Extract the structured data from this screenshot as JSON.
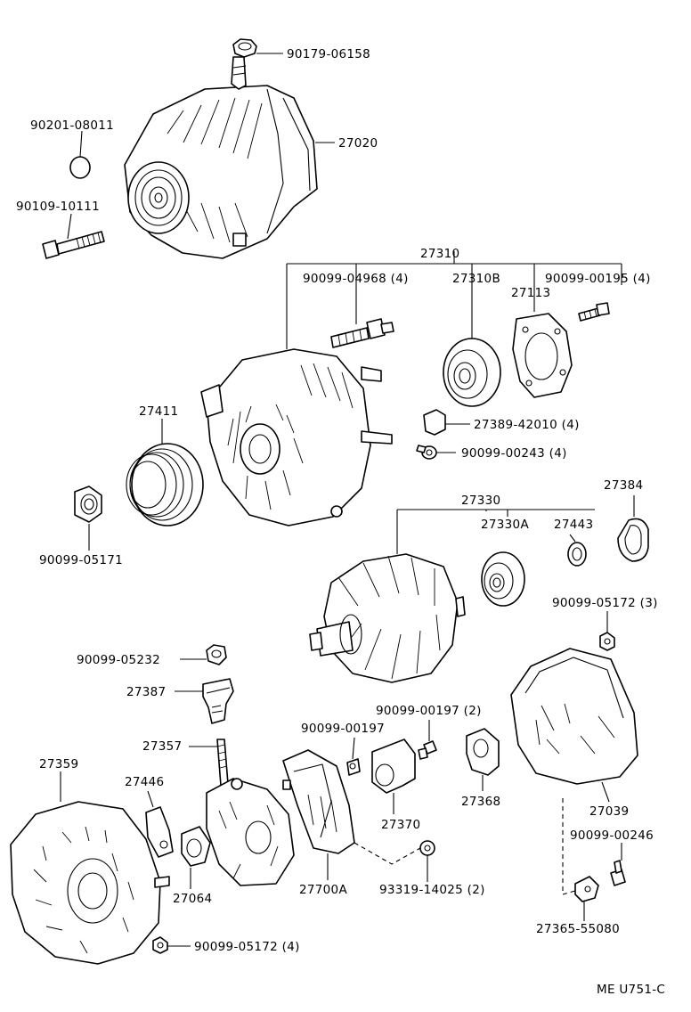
{
  "labels": {
    "p90179_06158": "90179-06158",
    "p90201_08011": "90201-08011",
    "p27020": "27020",
    "p90109_10111": "90109-10111",
    "p27310": "27310",
    "p90099_04968": "90099-04968 (4)",
    "p27310B": "27310B",
    "p27113": "27113",
    "p90099_00195": "90099-00195 (4)",
    "p27389_42010": "27389-42010 (4)",
    "p90099_00243": "90099-00243 (4)",
    "p27411": "27411",
    "p90099_05171": "90099-05171",
    "p27330": "27330",
    "p27330A": "27330A",
    "p27443": "27443",
    "p27384": "27384",
    "p90099_05172_3": "90099-05172 (3)",
    "p90099_05232": "90099-05232",
    "p27387": "27387",
    "p90099_00197_2": "90099-00197 (2)",
    "p90099_00197": "90099-00197",
    "p27357": "27357",
    "p27359": "27359",
    "p27446": "27446",
    "p27368": "27368",
    "p27370": "27370",
    "p27039": "27039",
    "p90099_00246": "90099-00246",
    "p27064": "27064",
    "p27700A": "27700A",
    "p93319_14025": "93319-14025 (2)",
    "p27365_55080": "27365-55080",
    "p90099_05172_4": "90099-05172 (4)",
    "code": "ME  U751-C"
  }
}
